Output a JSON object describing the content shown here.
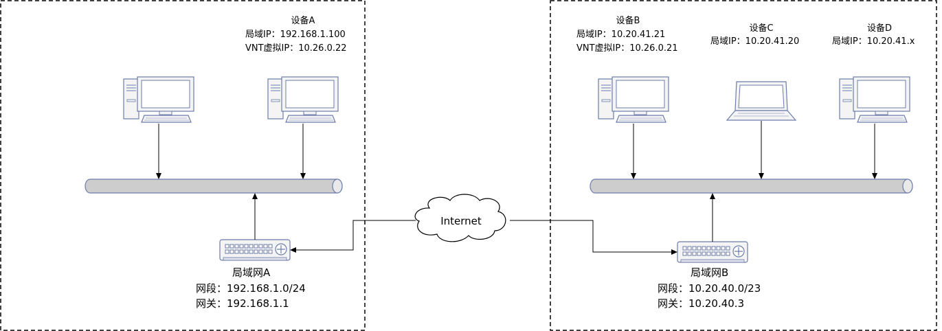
{
  "colors": {
    "border": "#000000",
    "device_fill": "#f4f4f4",
    "device_stroke": "#6b7bab",
    "screen": "#ffffff",
    "bus_fill": "#cdcdcd",
    "bus_stroke": "#6b7bab"
  },
  "lan_a": {
    "device_a": {
      "name": "设备A",
      "lan_ip": "局域IP：192.168.1.100",
      "vnt_ip": "VNT虚拟IP：10.26.0.22"
    },
    "router": {
      "name": "局域网A",
      "segment": "网段：192.168.1.0/24",
      "gateway": "网关：192.168.1.1"
    }
  },
  "internet": {
    "label": "Internet"
  },
  "lan_b": {
    "device_b": {
      "name": "设备B",
      "lan_ip": "局域IP：10.20.41.21",
      "vnt_ip": "VNT虚拟IP：10.26.0.21"
    },
    "device_c": {
      "name": "设备C",
      "lan_ip": "局域IP：10.20.41.20"
    },
    "device_d": {
      "name": "设备D",
      "lan_ip": "局域IP：10.20.41.x"
    },
    "router": {
      "name": "局域网B",
      "segment": "网段：10.20.40.0/23",
      "gateway": "网关：10.20.40.3"
    }
  },
  "icons": {
    "desktop": "desktop-computer-icon",
    "laptop": "laptop-icon",
    "router": "router-switch-icon",
    "cloud": "cloud-icon"
  }
}
